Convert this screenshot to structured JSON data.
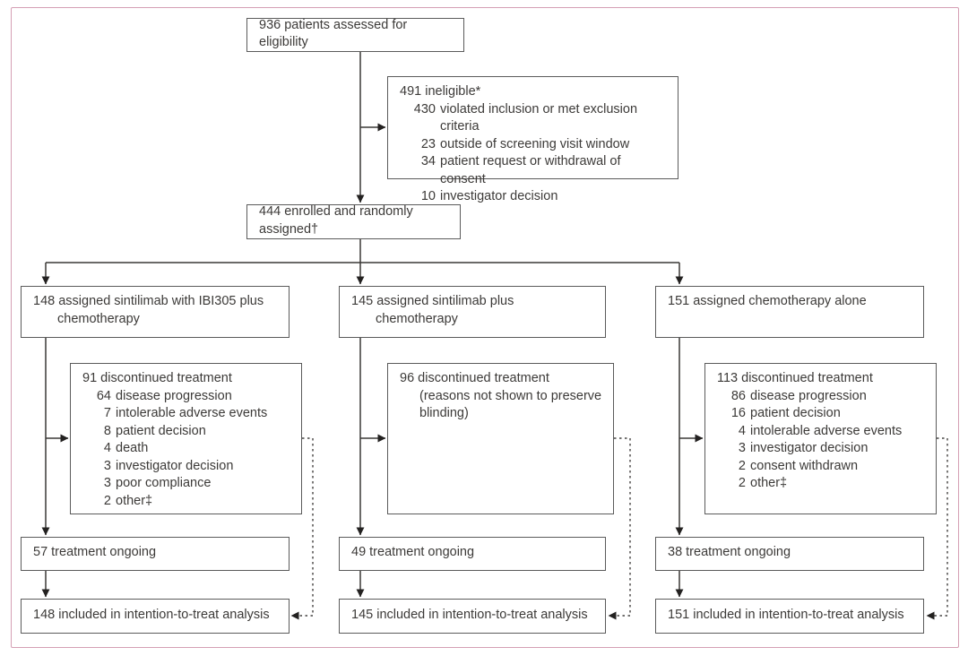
{
  "figure": {
    "type": "consort-flow-diagram",
    "frame_color": "#d59fb4",
    "box_border_color": "#5b5b5b",
    "line_color": "#3a3836",
    "text_color": "#3c3a38"
  },
  "top": {
    "assessed": "936 patients assessed for eligibility",
    "ineligible": {
      "main": "491 ineligible*",
      "reasons": [
        {
          "num": "430",
          "text": "violated inclusion or met exclusion criteria"
        },
        {
          "num": "23",
          "text": "outside of screening visit window"
        },
        {
          "num": "34",
          "text": "patient request or withdrawal of consent"
        },
        {
          "num": "10",
          "text": "investigator decision"
        }
      ]
    },
    "enrolled": "444 enrolled and randomly assigned†"
  },
  "arms": [
    {
      "assigned": "148 assigned sintilimab with IBI305 plus chemotherapy",
      "discontinued": {
        "main": "91 discontinued treatment",
        "reasons": [
          {
            "num": "64",
            "text": "disease progression"
          },
          {
            "num": "7",
            "text": "intolerable adverse events"
          },
          {
            "num": "8",
            "text": "patient decision"
          },
          {
            "num": "4",
            "text": "death"
          },
          {
            "num": "3",
            "text": "investigator decision"
          },
          {
            "num": "3",
            "text": "poor compliance"
          },
          {
            "num": "2",
            "text": "other‡"
          }
        ]
      },
      "ongoing": "57 treatment ongoing",
      "itt": "148 included in intention-to-treat analysis"
    },
    {
      "assigned": "145 assigned sintilimab plus chemotherapy",
      "discontinued": {
        "main": "96 discontinued treatment (reasons not shown to preserve blinding)",
        "reasons": []
      },
      "ongoing": "49 treatment ongoing",
      "itt": "145 included in intention-to-treat analysis"
    },
    {
      "assigned": "151 assigned chemotherapy alone",
      "discontinued": {
        "main": "113 discontinued treatment",
        "reasons": [
          {
            "num": "86",
            "text": "disease progression"
          },
          {
            "num": "16",
            "text": "patient decision"
          },
          {
            "num": "4",
            "text": "intolerable adverse events"
          },
          {
            "num": "3",
            "text": "investigator decision"
          },
          {
            "num": "2",
            "text": "consent withdrawn"
          },
          {
            "num": "2",
            "text": "other‡"
          }
        ]
      },
      "ongoing": "38 treatment ongoing",
      "itt": "151 included in intention-to-treat analysis"
    }
  ]
}
